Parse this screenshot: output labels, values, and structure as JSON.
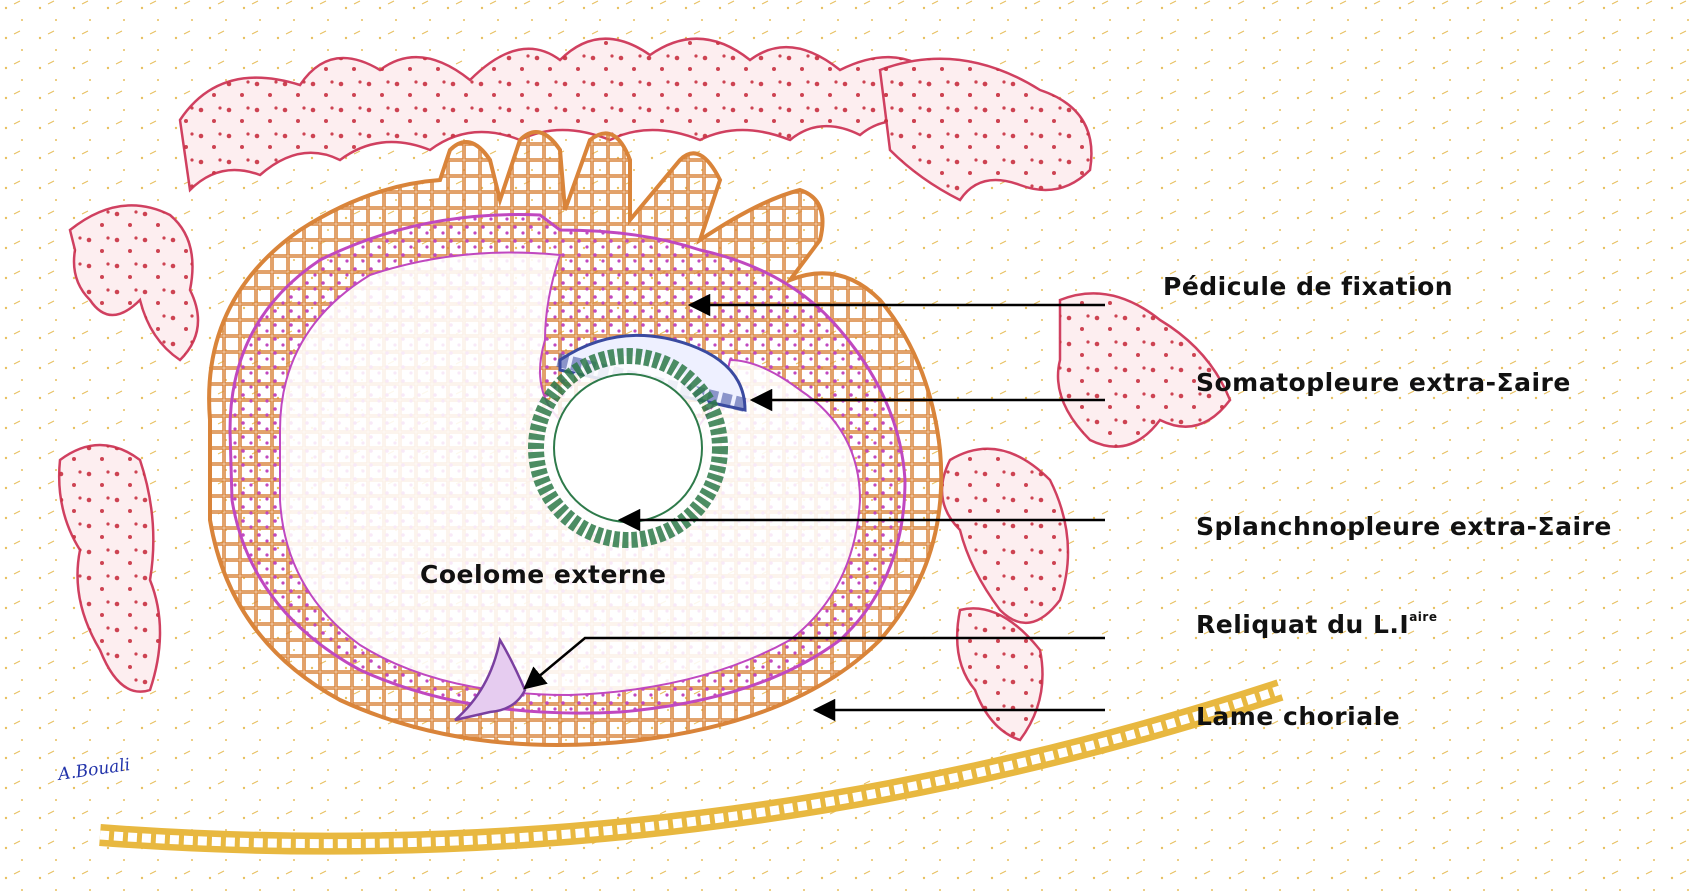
{
  "labels": {
    "pedicule": "Pédicule de fixation",
    "somatopleure": "Somatopleure extra-Σaire",
    "splanchnopleure": "Splanchnopleure extra-Σaire",
    "reliquat_main": "Reliquat du L.I",
    "reliquat_sup": "aire",
    "lame": "Lame choriale",
    "coelome": "Coelome externe"
  },
  "signature": "A.Bouali",
  "colors": {
    "villi_fill": "#fdeef0",
    "villi_stroke": "#d04060",
    "villi_dots": "#c83040",
    "trophoblast": "#d9843a",
    "mesoderm": "#c048c0",
    "amnion": "#3a4aa0",
    "yolk_sac": "#2e7a4a",
    "decidua": "#e8b840",
    "arrow": "#000000"
  }
}
